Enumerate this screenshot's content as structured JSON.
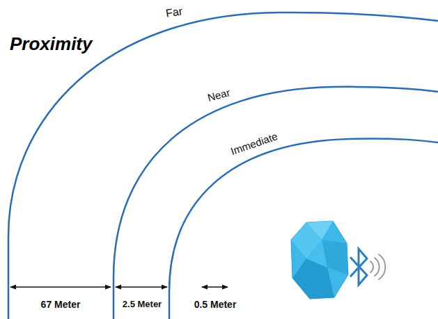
{
  "diagram": {
    "title": "Proximity",
    "labels": [
      "Far",
      "Near",
      "Immediate",
      "67 Meter",
      "2.5 Meter",
      "0.5 Meter"
    ]
  }
}
